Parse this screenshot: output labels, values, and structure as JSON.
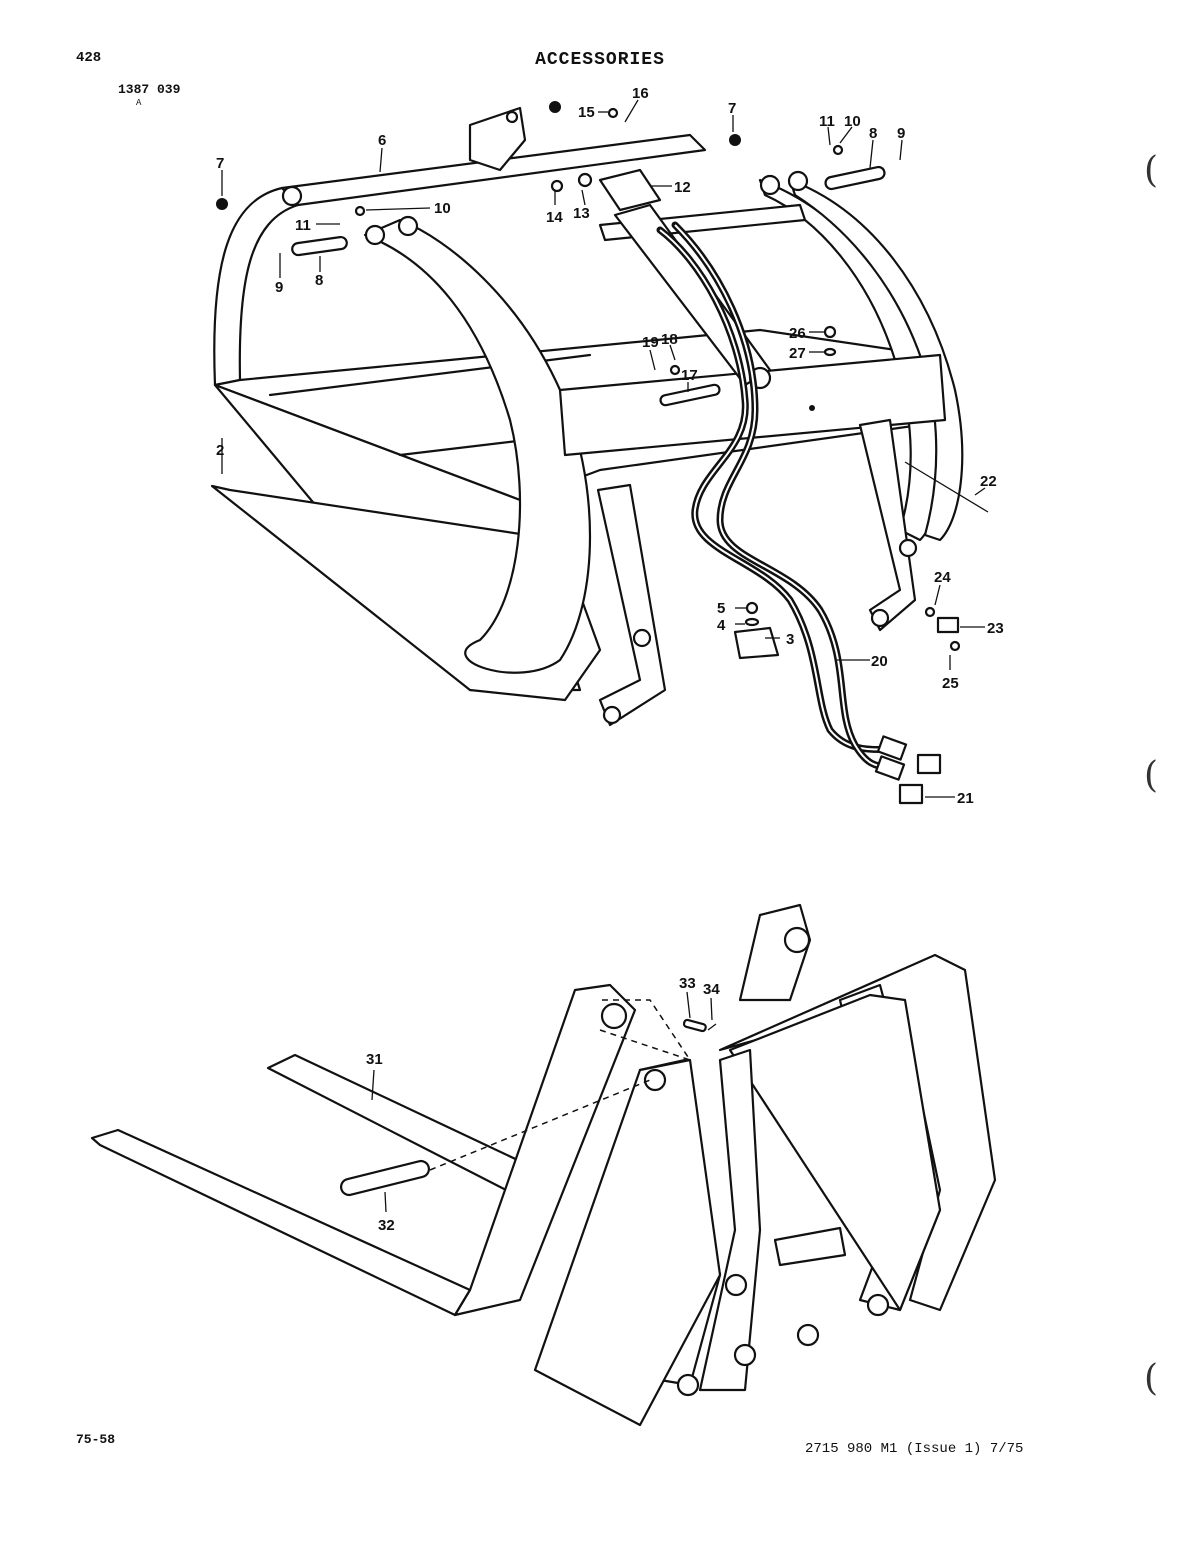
{
  "header": {
    "page_number": "428",
    "title": "ACCESSORIES",
    "reference": "1387 039",
    "reference_mark": "A"
  },
  "footer": {
    "section": "75-58",
    "document": "2715 980 M1 (Issue 1) 7/75"
  },
  "callouts": {
    "c2": "2",
    "c3": "3",
    "c4": "4",
    "c5": "5",
    "c6": "6",
    "c7a": "7",
    "c7b": "7",
    "c8a": "8",
    "c8b": "8",
    "c9a": "9",
    "c9b": "9",
    "c10a": "10",
    "c10b": "10",
    "c11a": "11",
    "c11b": "11",
    "c12": "12",
    "c13": "13",
    "c14": "14",
    "c15": "15",
    "c16": "16",
    "c17": "17",
    "c18": "18",
    "c19": "19",
    "c20": "20",
    "c21": "21",
    "c22": "22",
    "c23": "23",
    "c24": "24",
    "c25": "25",
    "c26": "26",
    "c27": "27",
    "c31": "31",
    "c32": "32",
    "c33": "33",
    "c34": "34"
  },
  "colors": {
    "ink": "#111111",
    "paper": "#ffffff"
  }
}
